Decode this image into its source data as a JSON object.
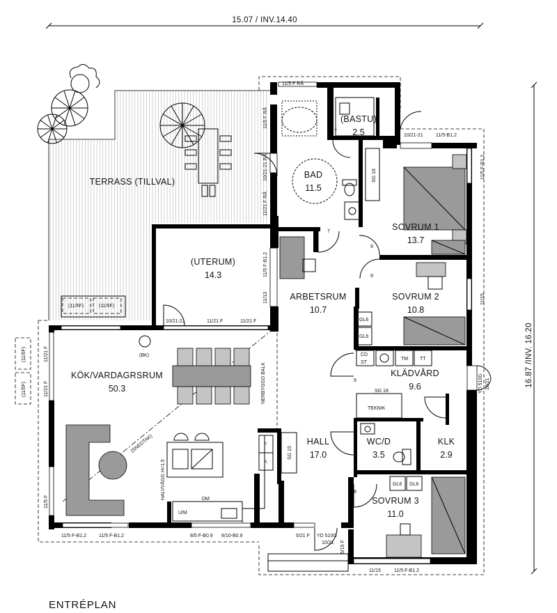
{
  "title": "ENTRÉPLAN",
  "dimensions": {
    "width": "15.07 / INV.14.40",
    "height": "16.87 /INV. 16.20"
  },
  "rooms": [
    {
      "name": "TERRASS (TILLVAL)",
      "area": ""
    },
    {
      "name": "(BASTU)",
      "area": "2.5"
    },
    {
      "name": "BAD",
      "area": "11.5"
    },
    {
      "name": "(UTERUM)",
      "area": "14.3"
    },
    {
      "name": "SOVRUM 1",
      "area": "13.7"
    },
    {
      "name": "ARBETSRUM",
      "area": "10.7"
    },
    {
      "name": "SOVRUM 2",
      "area": "10.8"
    },
    {
      "name": "KÖK/VARDAGRSRUM",
      "area": "50.3"
    },
    {
      "name": "KLÄDVÅRD",
      "area": "9.6"
    },
    {
      "name": "HALL",
      "area": "17.0"
    },
    {
      "name": "WC/D",
      "area": "3.5"
    },
    {
      "name": "KLK",
      "area": "2.9"
    },
    {
      "name": "SOVRUM 3",
      "area": "11.0"
    }
  ],
  "labels": {
    "win_bath_top": "11/5 F RÅ",
    "win_bastu": "7",
    "win_bath_left1": "11/5 F RÅ",
    "win_bath_left2": "10/21-21 RÅ",
    "win_bath_left3": "11/21 F RÅ",
    "door_sov1": "10/21-21",
    "win_sov1_top": "11/5-B1.2",
    "win_sov1_right": "11/5 F-B1.2",
    "sg18_bad": "SG 18",
    "door_bad": "7",
    "win_uterum": "11/5 F-B1.2",
    "win_uterum2": "11/13",
    "door_uterum": "10/21-21",
    "win_uterum_b1": "11/21 F",
    "win_uterum_b2": "11/21 F",
    "terr_box1": "(11/5F)",
    "terr_box2": "(11/5F)",
    "left_box1": "(11/5F)",
    "left_box2": "(11/5F)",
    "win_kok_l1": "11/21 F",
    "win_kok_l2": "11/21 F",
    "win_kok_l3": "11/5 F",
    "bk": "(BK)",
    "nerbyggd": "NERBYGGD BALK",
    "snedtak": "(SNEDTAK)",
    "halvvagg": "HALVVÄGG H=1.5",
    "door_9a": "9",
    "door_9b": "9",
    "door_9c": "9",
    "door_9d": "9",
    "door_9e": "9",
    "door_9f": "9",
    "gl6a": "GL6",
    "gl6b": "GL6",
    "gl6c": "GL6",
    "gl6d": "GL6",
    "win_sov2": "11/15",
    "cd": "CD",
    "st": "ST",
    "tm": "TM",
    "tt": "TT",
    "sg18_klad": "SG 18",
    "teknik": "TEKNIK",
    "yd_right1": "YD 510G",
    "yd_right2": "10/21",
    "fridge_f": "F",
    "fridge_k": "K",
    "sg15": "SG 15",
    "dm": "DM",
    "um": "U/M",
    "win_b1": "11/5 F-B1.2",
    "win_b2": "11/5 F-B1.2",
    "win_b3": "8/5 F-B0.9",
    "win_b4": "8/10-B0.9",
    "win_b5": "5/21 F",
    "yd_front1": "YD 510G",
    "yd_front2": "10/21",
    "win_front_side": "5/15 F",
    "win_b6": "11/15",
    "win_b7": "11/5 F-B1.2",
    "win_sov2_right": "11/15"
  },
  "colors": {
    "wall": "#000000",
    "furniture": "#9a9a9a",
    "terrace": "#bdbdbd"
  }
}
